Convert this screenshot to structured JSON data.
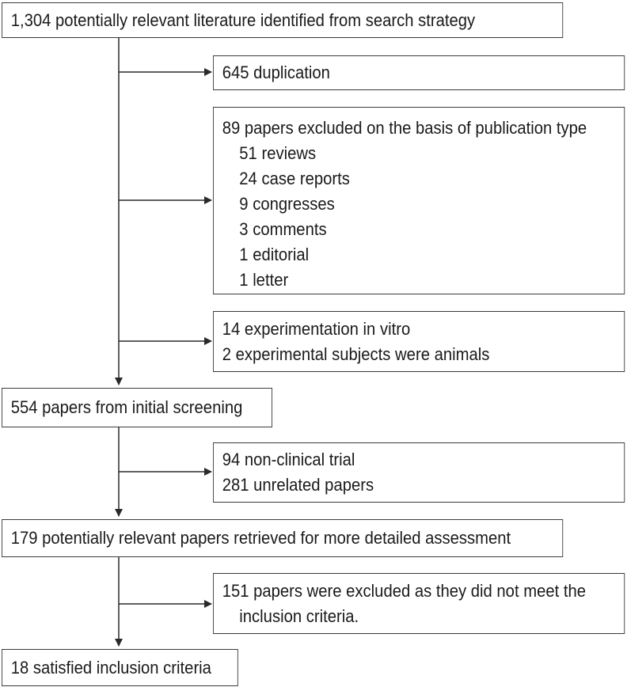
{
  "boxes": {
    "identified": "1,304 potentially relevant literature identified from search strategy",
    "duplication": "645 duplication",
    "pubtype": {
      "heading": "89 papers excluded on the basis of publication type",
      "items": [
        "51 reviews",
        "24 case reports",
        "9 congresses",
        "3 comments",
        "1 editorial",
        "1 letter"
      ]
    },
    "invitro": [
      "14 experimentation in vitro",
      "2 experimental subjects were animals"
    ],
    "screening": "554 papers from initial screening",
    "nonclinical": [
      "94 non-clinical trial",
      "281 unrelated papers"
    ],
    "retrieved": "179 potentially relevant papers retrieved for more detailed assessment",
    "excluded_criteria": [
      "151 papers were excluded as they did not meet the",
      "inclusion criteria."
    ],
    "final": "18 satisfied inclusion criteria"
  }
}
